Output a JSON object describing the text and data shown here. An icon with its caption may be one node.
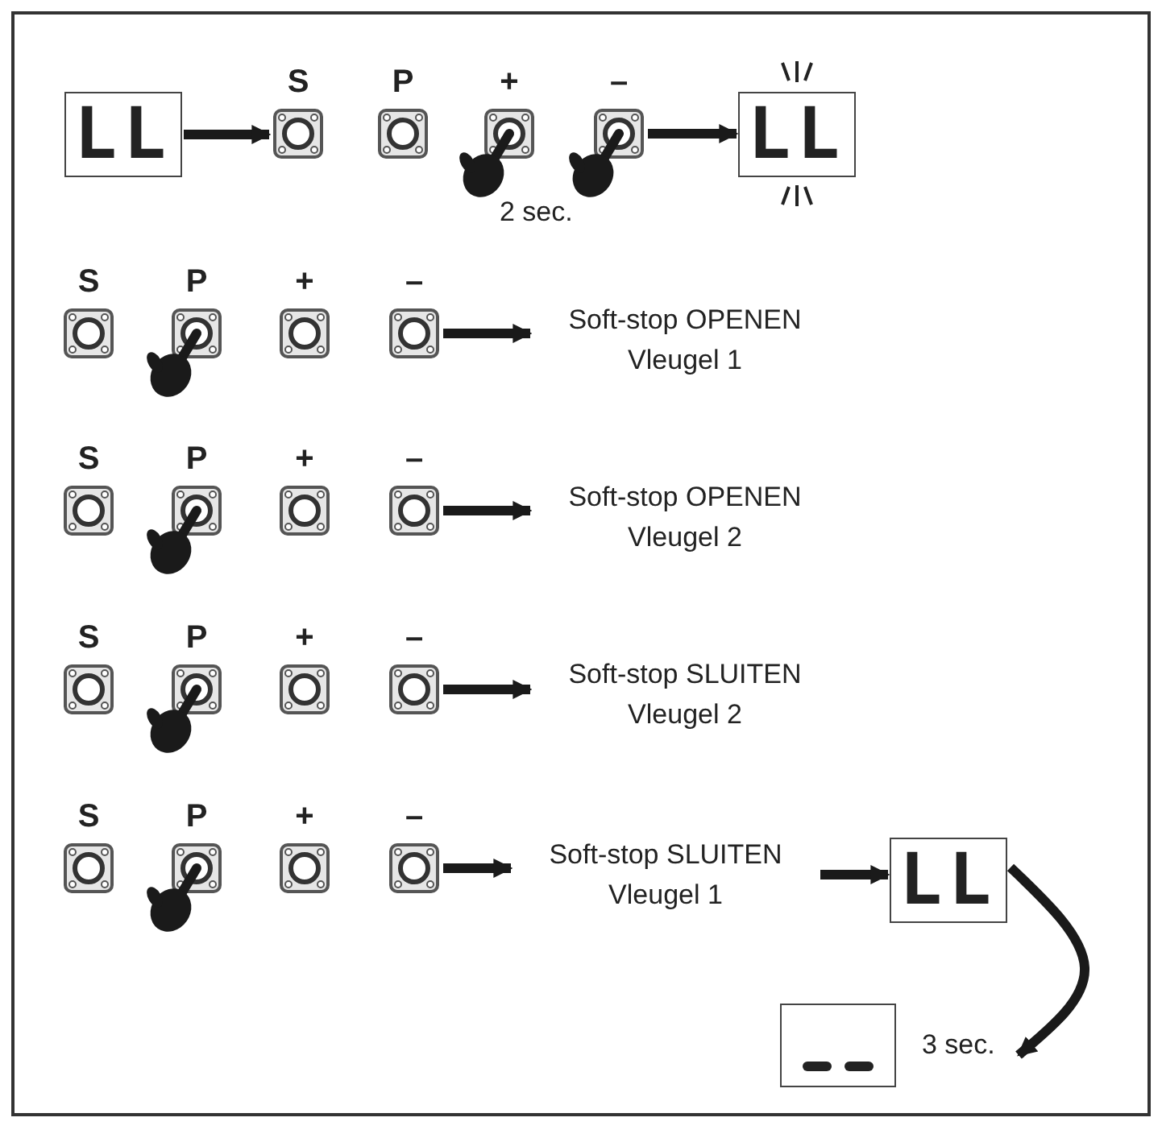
{
  "diagram": {
    "nodes": [
      {
        "text": [
          "LL"
        ]
      },
      {
        "text": [
          "S"
        ]
      },
      {
        "text": [
          "P"
        ]
      },
      {
        "text": [
          "+"
        ]
      },
      {
        "text": [
          "–"
        ]
      },
      {
        "text": [
          "LL"
        ]
      },
      {
        "text": [
          "S"
        ]
      },
      {
        "text": [
          "P"
        ]
      },
      {
        "text": [
          "+"
        ]
      },
      {
        "text": [
          "–"
        ]
      },
      {
        "text": [
          "Soft-stop OPENEN Vleugel 1"
        ]
      },
      {
        "text": [
          "S"
        ]
      },
      {
        "text": [
          "P"
        ]
      },
      {
        "text": [
          "+"
        ]
      },
      {
        "text": [
          "–"
        ]
      },
      {
        "text": [
          "Soft-stop OPENEN Vleugel 2"
        ]
      },
      {
        "text": [
          "S"
        ]
      },
      {
        "text": [
          "P"
        ]
      },
      {
        "text": [
          "+"
        ]
      },
      {
        "text": [
          "–"
        ]
      },
      {
        "text": [
          "Soft-stop SLUITEN Vleugel 2"
        ]
      },
      {
        "text": [
          "S"
        ]
      },
      {
        "text": [
          "P"
        ]
      },
      {
        "text": [
          "+"
        ]
      },
      {
        "text": [
          "–"
        ]
      },
      {
        "text": [
          "Soft-stop SLUITEN Vleugel 1"
        ]
      },
      {
        "text": [
          "LL"
        ]
      },
      {
        "text": [],
        "shape": "box",
        "beside": [
          "3 sec."
        ]
      }
    ],
    "edges": [
      {
        "from": 0,
        "to": 1,
        "arrow": "to"
      },
      {
        "from": 4,
        "to": 5,
        "arrow": "to"
      },
      {
        "from": 9,
        "to": 10,
        "arrow": "to"
      },
      {
        "from": 14,
        "to": 15,
        "arrow": "to"
      },
      {
        "from": 19,
        "to": 20,
        "arrow": "to"
      },
      {
        "from": 24,
        "to": 25,
        "arrow": "to"
      },
      {
        "from": 25,
        "to": 26,
        "arrow": "to"
      },
      {
        "from": 26,
        "to": 27,
        "arrow": "to"
      }
    ],
    "labels": [
      "2 sec."
    ]
  }
}
